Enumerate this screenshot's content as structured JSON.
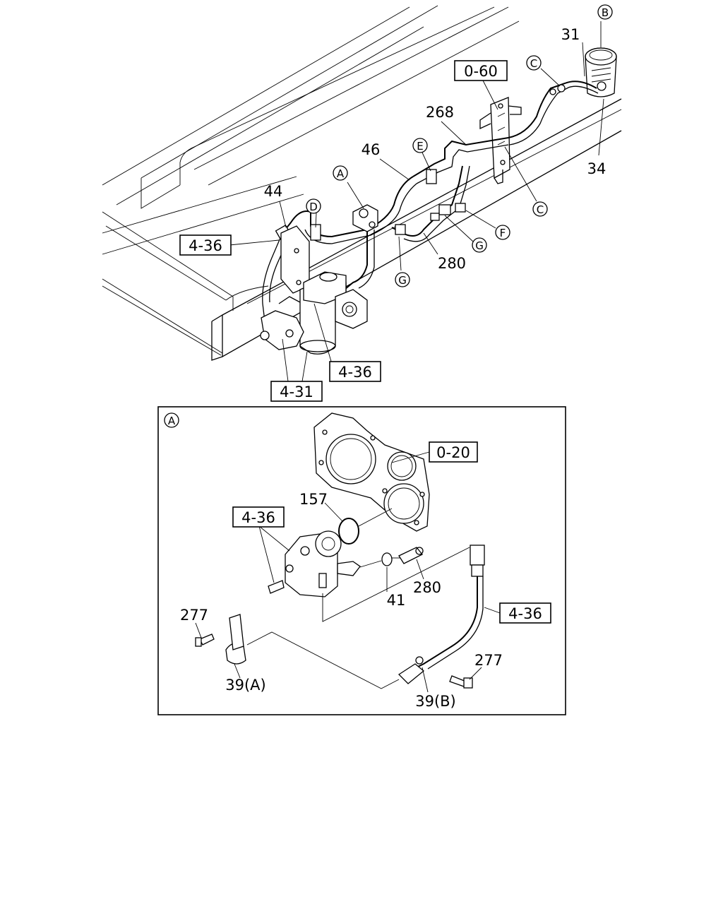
{
  "upper_assembly": {
    "ref_boxes": {
      "top": "0-60",
      "left": "4-36",
      "center": "4-36",
      "bottom": "4-31"
    },
    "part_numbers": {
      "p31": "31",
      "p34": "34",
      "p268": "268",
      "p46": "46",
      "p44": "44",
      "p280": "280"
    },
    "callouts": {
      "a": "A",
      "b": "B",
      "c1": "C",
      "c2": "C",
      "d": "D",
      "e": "E",
      "f": "F",
      "g1": "G",
      "g2": "G"
    }
  },
  "detail_a": {
    "marker": "A",
    "ref_boxes": {
      "cover": "0-20",
      "pump": "4-36",
      "hose": "4-36"
    },
    "part_numbers": {
      "p157": "157",
      "p41": "41",
      "p280": "280",
      "p277_left": "277",
      "p277_right": "277",
      "p39a": "39(A)",
      "p39b": "39(B)"
    }
  }
}
